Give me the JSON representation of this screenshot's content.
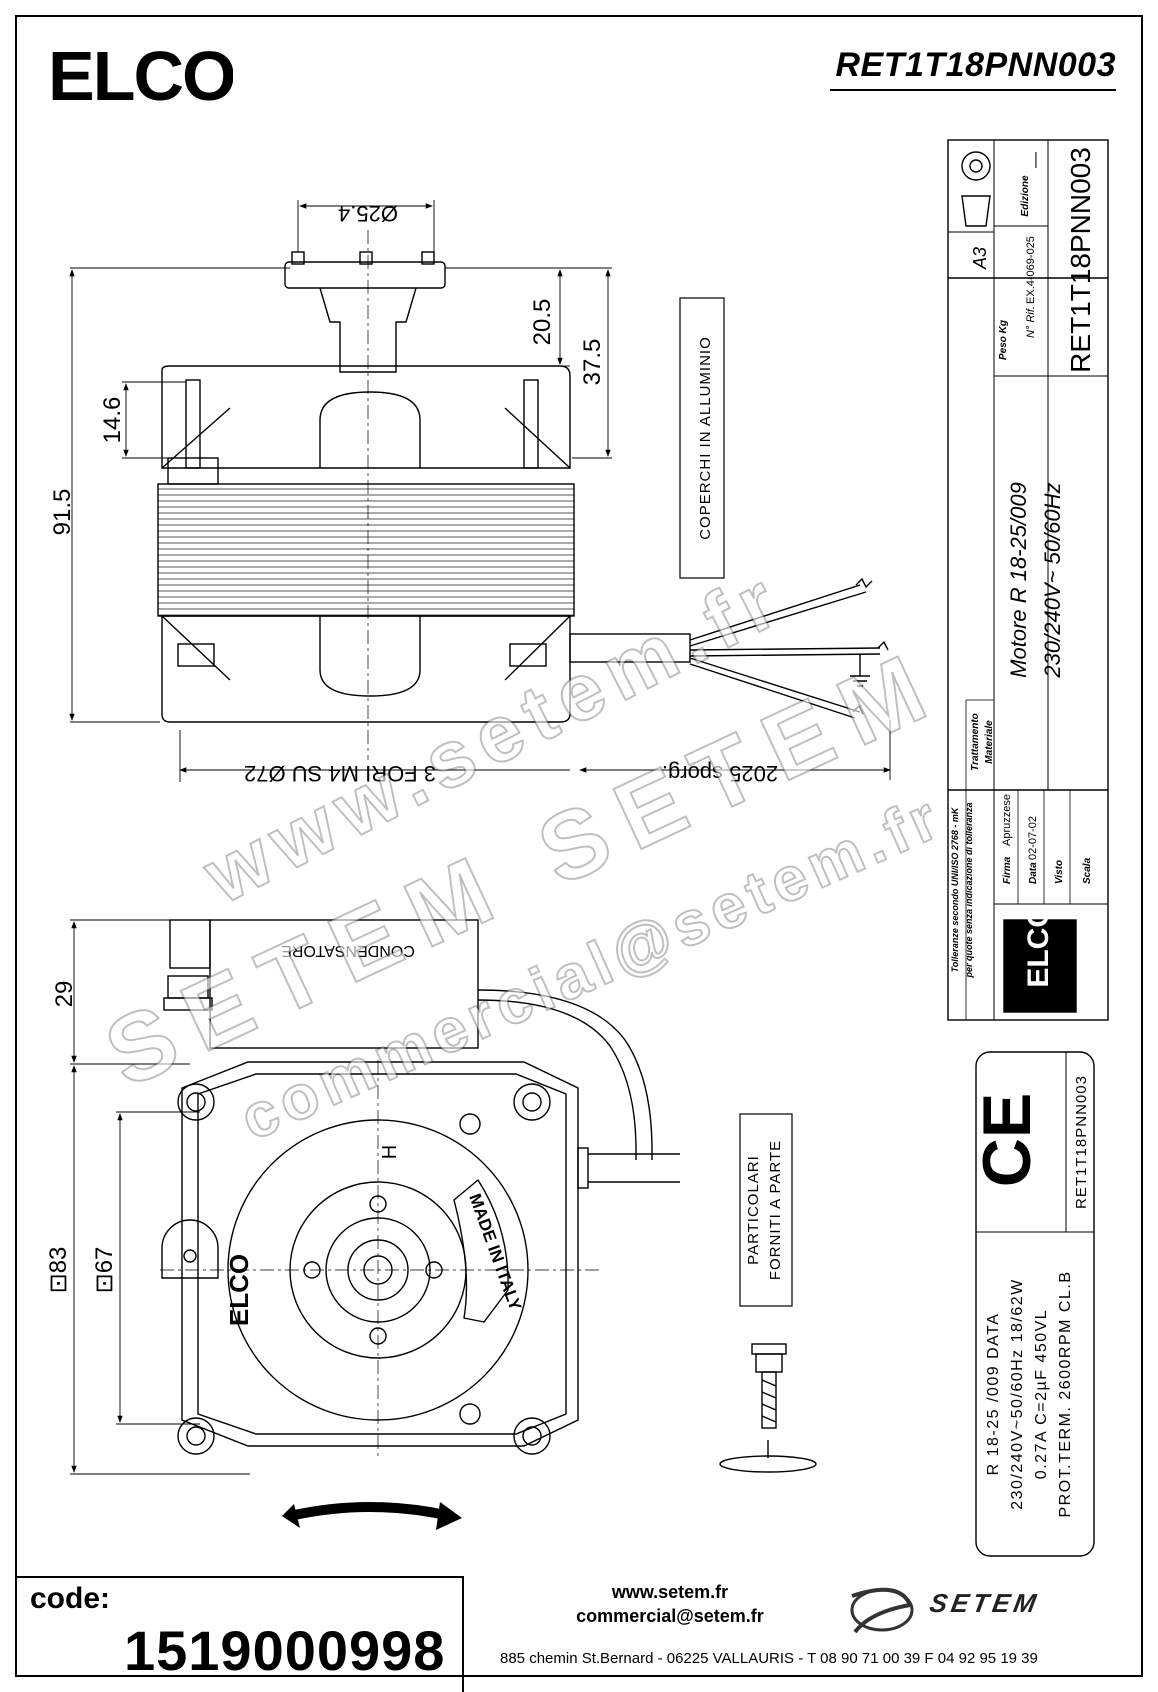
{
  "header": {
    "logo_text": "ELCO",
    "part_code": "RET1T18PNN003"
  },
  "dimensions": {
    "shaft_diameter": "Ø25.4",
    "d_20_5": "20.5",
    "d_37_5": "37.5",
    "d_14_6": "14.6",
    "d_91_5": "91.5",
    "holes": "3 FORI M4 SU Ø72",
    "cable_length": "2025 sporg.",
    "d_29": "29",
    "sq_83": "⊡83",
    "sq_67": "⊡67",
    "h_mark": "H"
  },
  "notes": {
    "covers": "COPERCHI IN ALLUMINIO",
    "capacitor": "CONDENSATORE",
    "parts_line1": "PARTICOLARI",
    "parts_line2": "FORNITI A PARTE",
    "made_in": "MADE IN ITALY",
    "body_logo": "ELCO"
  },
  "title_block": {
    "format": "A3",
    "edition_label": "Edizione",
    "edition_value": "—",
    "weight_label": "Peso Kg",
    "ref_label": "N° Rif.",
    "ref_value": "EX.4-069-025",
    "code": "RET1T18PNN003",
    "desc1": "Motore R 18-25/009",
    "desc2": "230/240V~ 50/60Hz",
    "treatment_label": "Trattamento",
    "material_label": "Materiale",
    "tolerance1": "Tolleranze secondo UNI/ISO 2768 - mK",
    "tolerance2": "per quote senza indicazione di tolleranza",
    "signature_label": "Firma",
    "signature_value": "Apruzzese",
    "date_label": "Data",
    "date_value": "02-07-02",
    "visto_label": "Visto",
    "scale_label": "Scala",
    "logo_text": "ELCO"
  },
  "label_plate": {
    "ce": "CE",
    "part": "RET1T18PNN003",
    "line1": "R 18-25 /009   DATA",
    "line2": "230/240V~50/60Hz 18/62W",
    "line3": "0.27A C=2µF 450VL",
    "line4": "PROT.TERM. 2600RPM CL.B"
  },
  "watermark": {
    "line1": "www.setem.fr",
    "line2": "SETEM SETEM",
    "line3": "commercial@setem.fr"
  },
  "footer": {
    "code_label": "code:",
    "code_value": "1519000998",
    "website": "www.setem.fr",
    "email": "commercial@setem.fr",
    "address": "885 chemin St.Bernard  -  06225 VALLAURIS  -  T 08 90 71 00 39   F 04 92 95 19 39",
    "brand": "SETEM"
  }
}
